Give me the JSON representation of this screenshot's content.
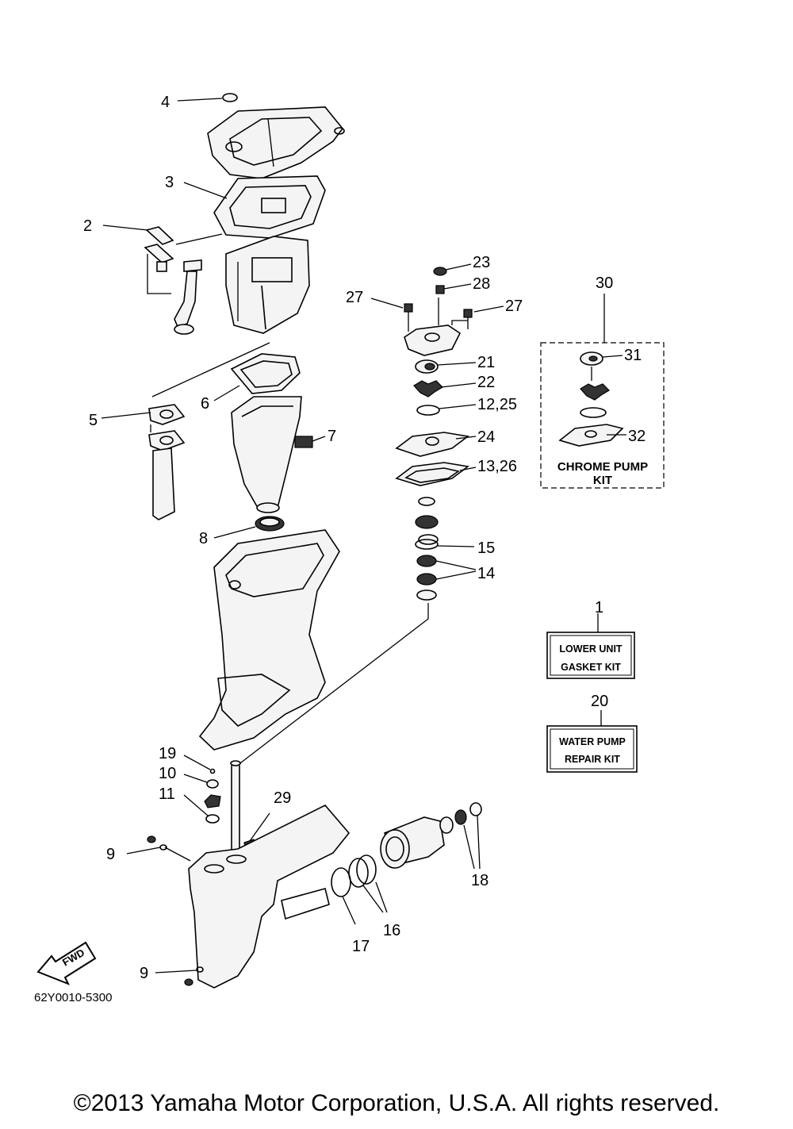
{
  "diagram": {
    "callouts": {
      "c1": "1",
      "c2": "2",
      "c3": "3",
      "c4": "4",
      "c5": "5",
      "c6": "6",
      "c7": "7",
      "c8": "8",
      "c9a": "9",
      "c9b": "9",
      "c10": "10",
      "c11": "11",
      "c12_25": "12,25",
      "c13_26": "13,26",
      "c14": "14",
      "c15": "15",
      "c16": "16",
      "c17": "17",
      "c18": "18",
      "c19": "19",
      "c20": "20",
      "c21": "21",
      "c22": "22",
      "c23": "23",
      "c24": "24",
      "c27a": "27",
      "c27b": "27",
      "c28": "28",
      "c29": "29",
      "c30": "30",
      "c31": "31",
      "c32": "32"
    },
    "boxes": {
      "lower_unit_line1": "LOWER UNIT",
      "lower_unit_line2": "GASKET KIT",
      "water_pump_line1": "WATER PUMP",
      "water_pump_line2": "REPAIR KIT",
      "chrome_pump_line1": "CHROME PUMP",
      "chrome_pump_line2": "KIT"
    },
    "fwd_label": "FWD",
    "part_code": "62Y0010-5300",
    "copyright": "©2013 Yamaha Motor Corporation, U.S.A. All rights reserved."
  }
}
